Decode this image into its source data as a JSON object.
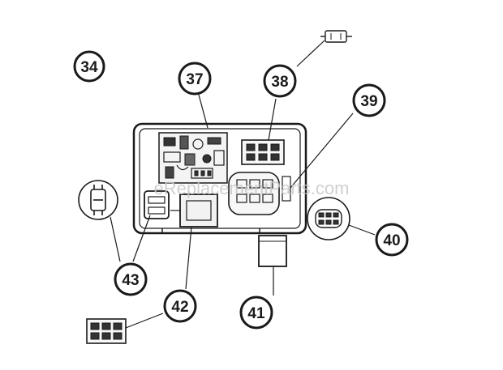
{
  "diagram": {
    "callouts": [
      {
        "id": "34",
        "label": "34"
      },
      {
        "id": "37",
        "label": "37"
      },
      {
        "id": "38",
        "label": "38"
      },
      {
        "id": "39",
        "label": "39"
      },
      {
        "id": "40",
        "label": "40"
      },
      {
        "id": "41",
        "label": "41"
      },
      {
        "id": "42",
        "label": "42"
      },
      {
        "id": "43",
        "label": "43"
      }
    ],
    "watermark": "eReplacementParts.com"
  },
  "colors": {
    "ink": "#1a1a1a",
    "watermark": "#c8c8c8",
    "background": "#ffffff"
  }
}
